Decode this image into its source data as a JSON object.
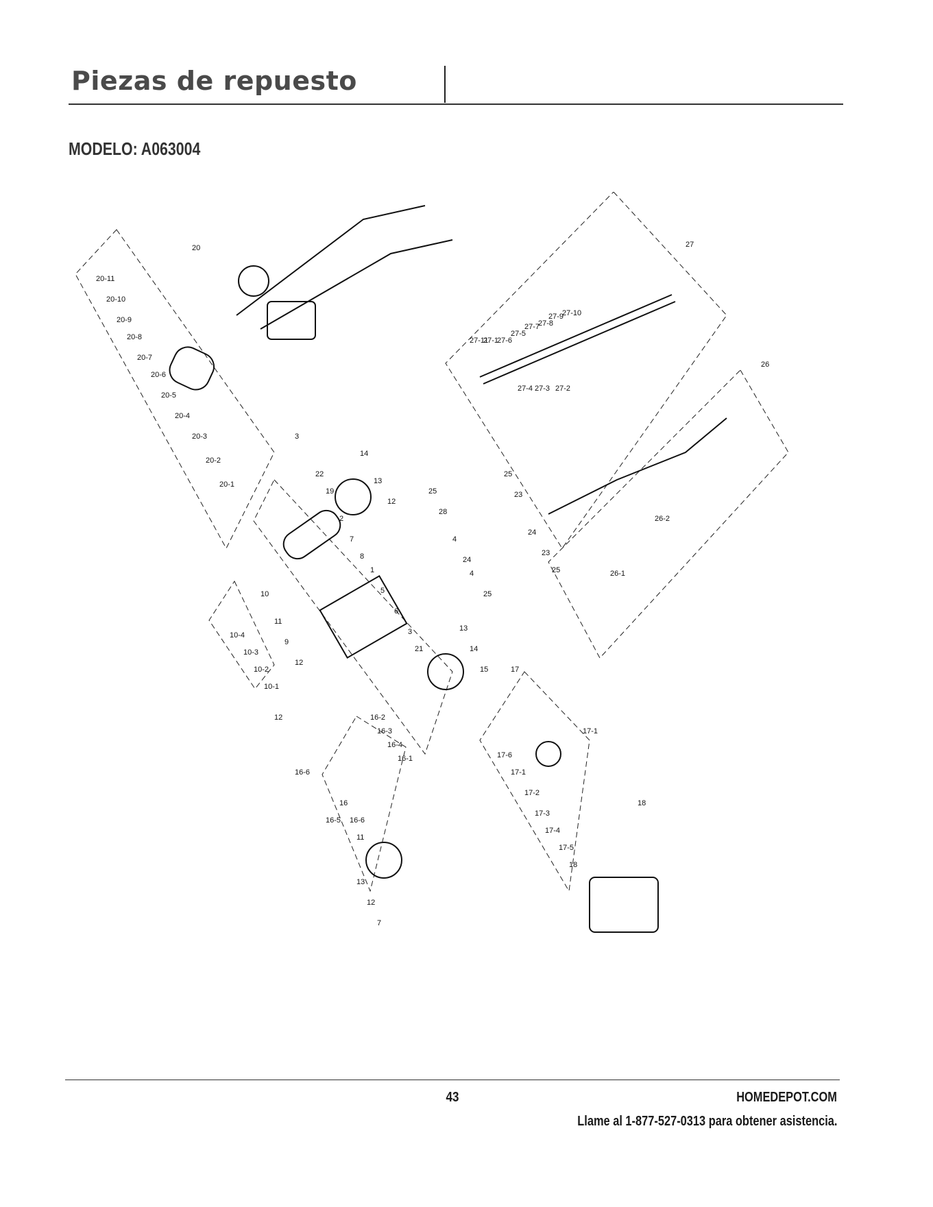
{
  "header": {
    "title": "Piezas de repuesto"
  },
  "model": {
    "label": "MODELO: A063004"
  },
  "diagram": {
    "part_labels": [
      "20",
      "20-11",
      "20-10",
      "20-9",
      "20-8",
      "20-7",
      "20-6",
      "20-5",
      "20-4",
      "20-3",
      "20-2",
      "20-1",
      "27",
      "27-11",
      "27-1",
      "27-6",
      "27-5",
      "27-7",
      "27-8",
      "27-9",
      "27-10",
      "27-4",
      "27-3",
      "27-2",
      "26",
      "26-2",
      "26-1",
      "3",
      "22",
      "19",
      "14",
      "13",
      "12",
      "2",
      "7",
      "8",
      "1",
      "5",
      "6",
      "3",
      "21",
      "25",
      "28",
      "25",
      "23",
      "24",
      "4",
      "24",
      "4",
      "23",
      "25",
      "25",
      "10",
      "10-4",
      "10-3",
      "10-2",
      "10-1",
      "11",
      "9",
      "12",
      "12",
      "13",
      "14",
      "15",
      "16-6",
      "16-2",
      "16-3",
      "16-4",
      "16-1",
      "16",
      "16-5",
      "16-6",
      "11",
      "13",
      "12",
      "7",
      "17",
      "17-1",
      "17-6",
      "17-1",
      "17-2",
      "17-3",
      "17-4",
      "17-5",
      "18"
    ]
  },
  "footer": {
    "page_number": "43",
    "site": "HOMEDEPOT.COM",
    "help_text": "Llame al 1-877-527-0313 para obtener asistencia."
  }
}
